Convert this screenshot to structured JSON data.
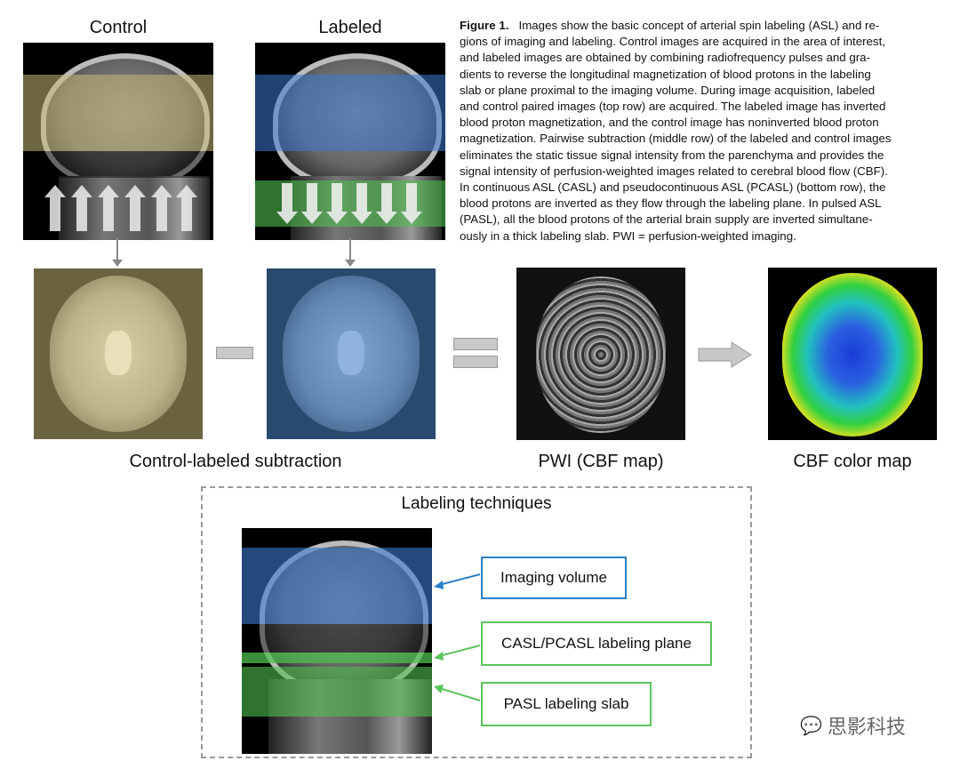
{
  "top_labels": {
    "control": "Control",
    "labeled": "Labeled"
  },
  "caption": {
    "figure_label": "Figure 1.",
    "lines": [
      "Images show the basic concept of arterial spin labeling (ASL) and re-",
      "gions of imaging and labeling. Control images are acquired in the area of interest,",
      "and labeled images are obtained by combining radiofrequency pulses and gra-",
      "dients to reverse the longitudinal magnetization of blood protons in the labeling",
      "slab or plane proximal to the imaging volume. During image acquisition, labeled",
      "and control paired images (top row) are acquired. The labeled image has inverted",
      "blood proton magnetization, and the control image has noninverted blood proton",
      "magnetization. Pairwise subtraction (middle row) of the labeled and control images",
      "eliminates the static tissue signal intensity from the parenchyma and provides the",
      "signal intensity of perfusion-weighted images related to cerebral blood flow (CBF).",
      "In continuous ASL (CASL) and pseudocontinuous ASL (PCASL) (bottom row), the",
      "blood protons are inverted as they flow through the labeling plane. In pulsed ASL",
      "(PASL), all the blood protons of the arterial brain supply are inverted simultane-",
      "ously in a thick labeling slab. PWI = perfusion-weighted imaging."
    ]
  },
  "middle_labels": {
    "subtraction": "Control-labeled subtraction",
    "pwi": "PWI (CBF map)",
    "cbf": "CBF color map"
  },
  "operators": {
    "minus": "−",
    "equals": "="
  },
  "techniques": {
    "title": "Labeling techniques",
    "boxes": [
      {
        "label": "Imaging volume",
        "color": "#2b7fc8"
      },
      {
        "label": "CASL/PCASL labeling plane",
        "color": "#5cc45c"
      },
      {
        "label": "PASL labeling slab",
        "color": "#5cc45c"
      }
    ]
  },
  "watermark": "思影科技",
  "colors": {
    "control_overlay": "#c8b87a",
    "labeled_overlay": "#3a7ad0",
    "labeling_green": "#4fbf4f",
    "arrow_gray": "#888888"
  }
}
